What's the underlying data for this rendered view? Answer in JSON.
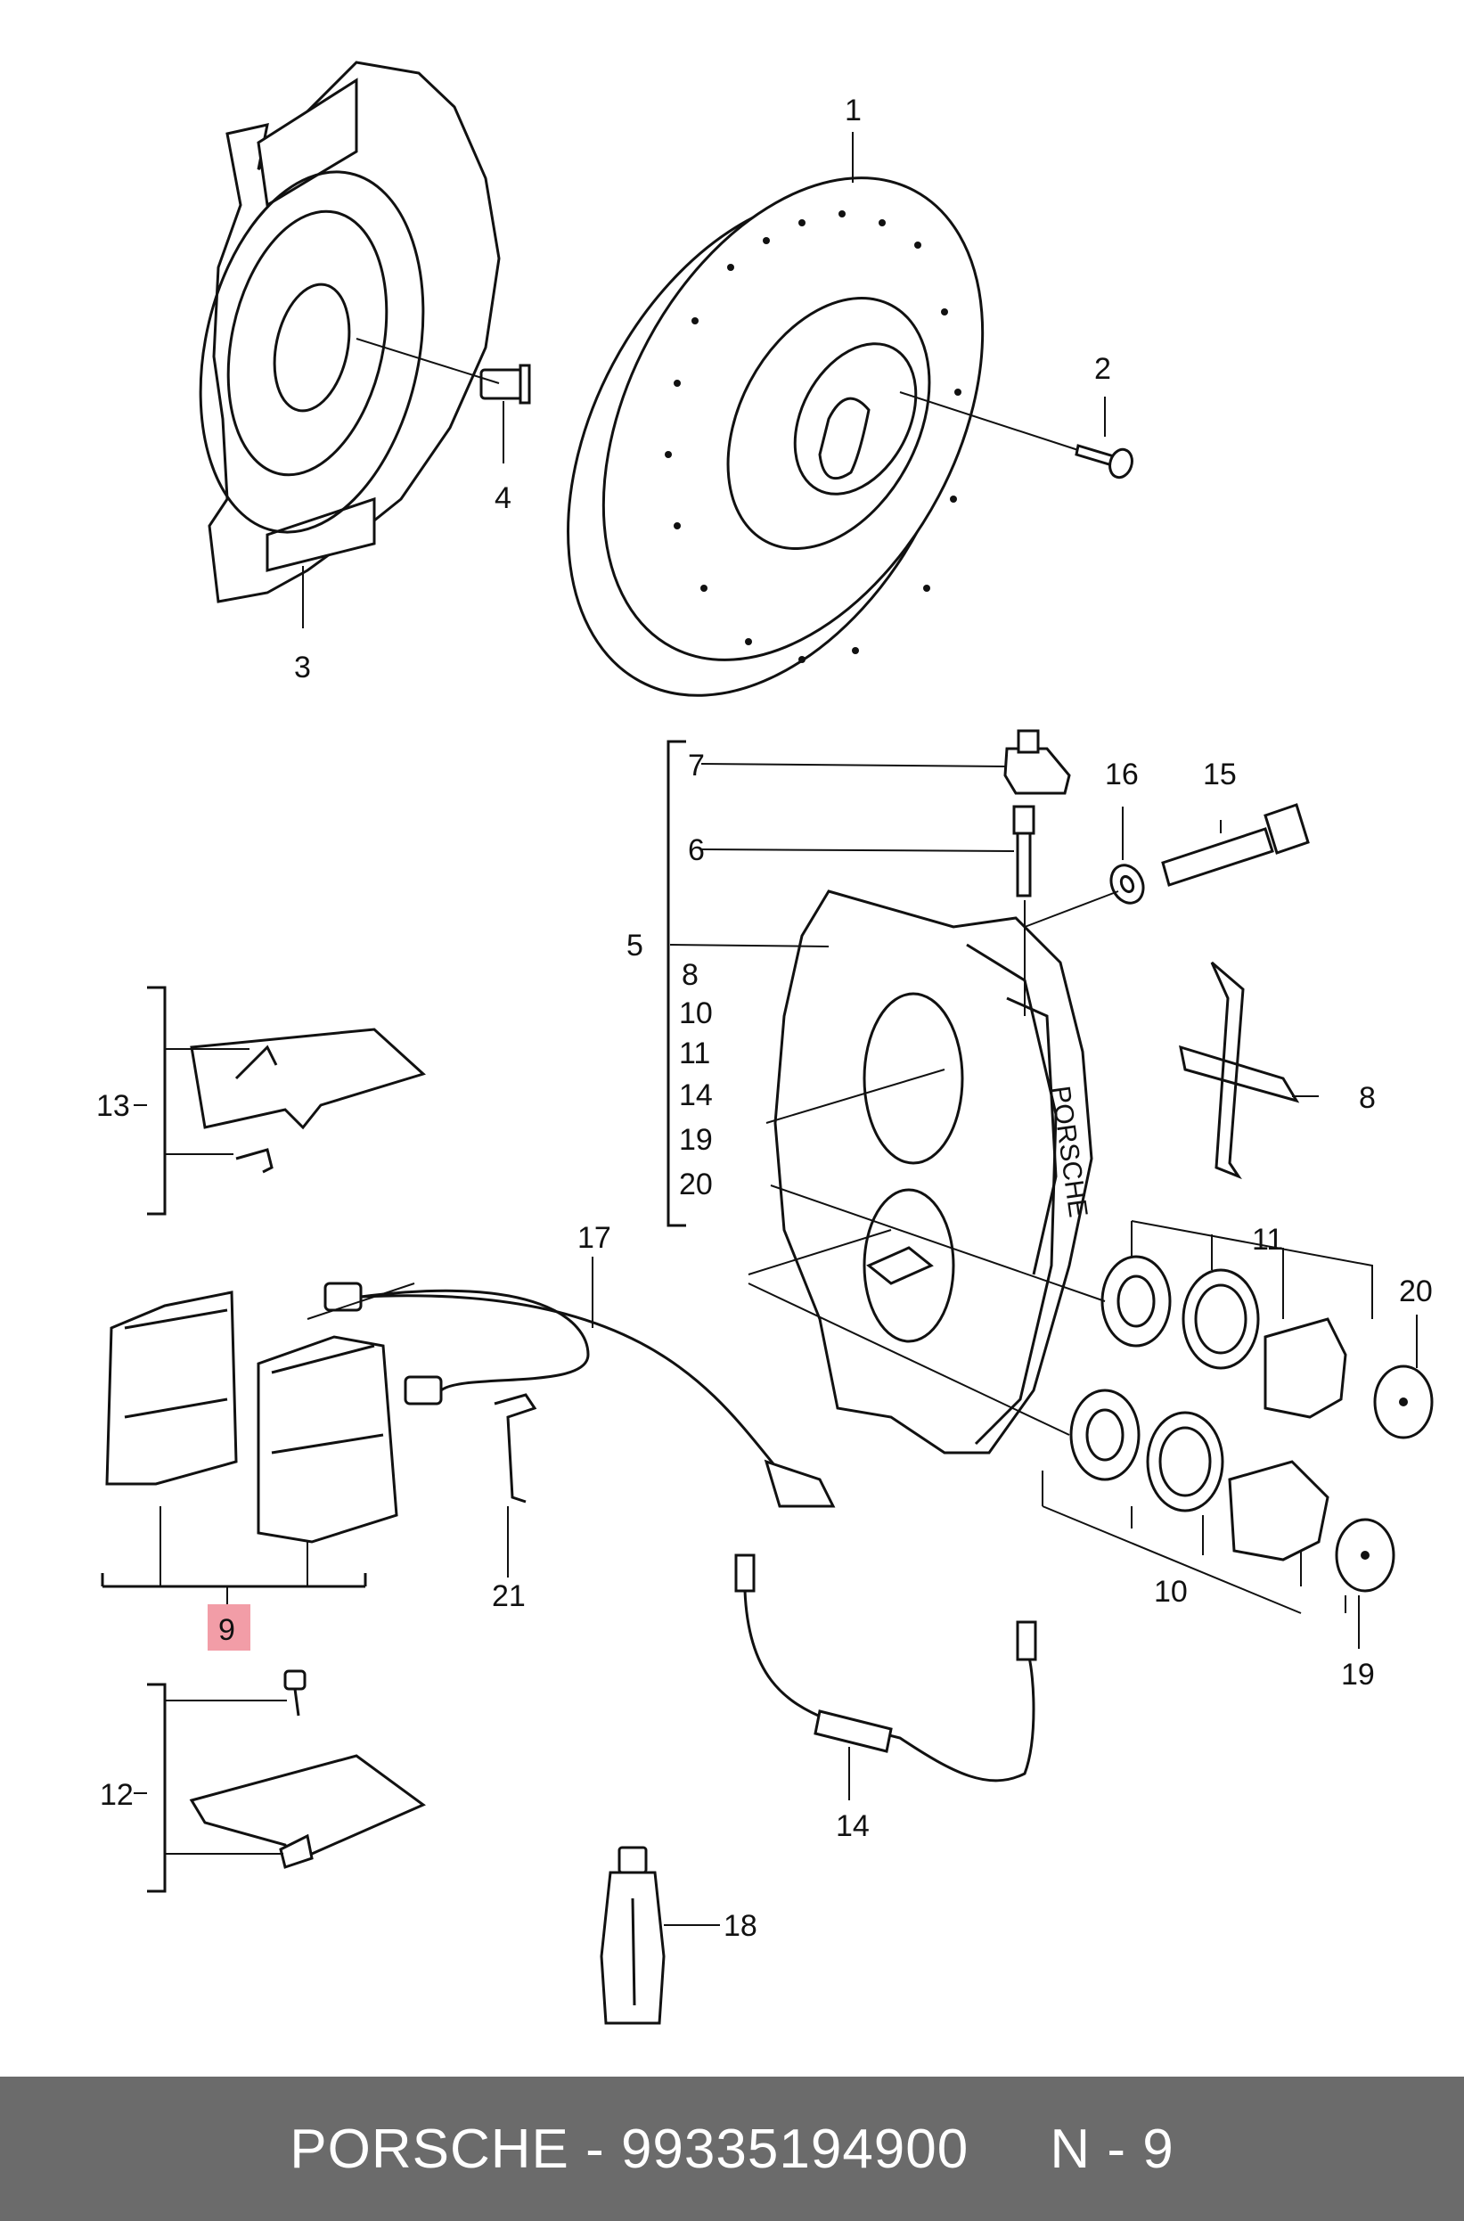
{
  "callouts": {
    "c1": "1",
    "c2": "2",
    "c3": "3",
    "c4": "4",
    "c5": "5",
    "c6": "6",
    "c7": "7",
    "c8": "8",
    "c9": "9",
    "c10": "10",
    "c11": "11",
    "c12": "12",
    "c13": "13",
    "c14": "14",
    "c15": "15",
    "c16": "16",
    "c17": "17",
    "c18": "18",
    "c19": "19",
    "c20": "20",
    "c21": "21"
  },
  "group5_list": [
    "8",
    "10",
    "11",
    "14",
    "19",
    "20"
  ],
  "caliper_text": "PORSCHE",
  "highlight_color": "#f08c98",
  "footer": {
    "brand": "PORSCHE",
    "separator": " - ",
    "part_number": "99335194900",
    "position": "N - 9"
  }
}
